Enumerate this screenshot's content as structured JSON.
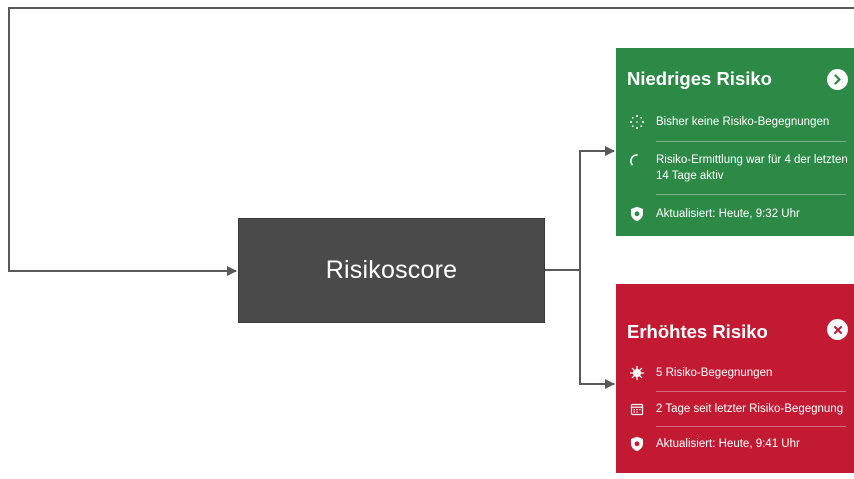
{
  "center_box": {
    "label": "Risikoscore"
  },
  "low_risk_card": {
    "title": "Niedriges Risiko",
    "rows": [
      {
        "icon": "scan-dots-icon",
        "text": "Bisher keine Risiko-Begegnungen"
      },
      {
        "icon": "progress-ring-icon",
        "text": "Risiko-Ermittlung war für 4 der letzten 14 Tage aktiv"
      },
      {
        "icon": "shield-icon",
        "text": "Aktualisiert: Heute, 9:32 Uhr"
      }
    ],
    "button_icon": "chevron-right-icon",
    "color": "#2c8a46"
  },
  "high_risk_card": {
    "title": "Erhöhtes Risiko",
    "rows": [
      {
        "icon": "virus-icon",
        "text": "5 Risiko-Begegnungen"
      },
      {
        "icon": "calendar-icon",
        "text": "2 Tage seit letzter Risiko-Begegnung"
      },
      {
        "icon": "shield-icon",
        "text": "Aktualisiert: Heute, 9:41 Uhr"
      }
    ],
    "button_icon": "close-icon",
    "color": "#c11a32"
  },
  "connector_color": "#595959"
}
